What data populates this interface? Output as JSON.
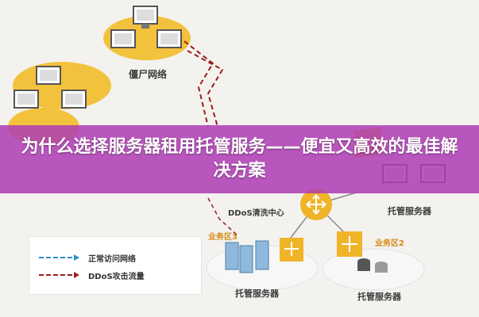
{
  "nodes": {
    "zombie_network": "僵尸网络",
    "ddos_center": "DDoS清洗中心",
    "hosted_server_right": "托管服务器",
    "hosted_server_bottom_left": "托管服务器",
    "hosted_server_bottom_right": "托管服务器",
    "zone3": "业务区3",
    "zone2": "业务区2"
  },
  "legend": {
    "normal": "正常访问网络",
    "ddos": "DDoS攻击流量"
  },
  "banner": {
    "title": "为什么选择服务器租用托管服务——便宜又高效的最佳解决方案"
  },
  "colors": {
    "cloud": "#f3c23c",
    "router": "#f0b429",
    "normal_line": "#2a8fd0",
    "ddos_line": "#9b1d1d",
    "banner": "#ad3cb5"
  }
}
